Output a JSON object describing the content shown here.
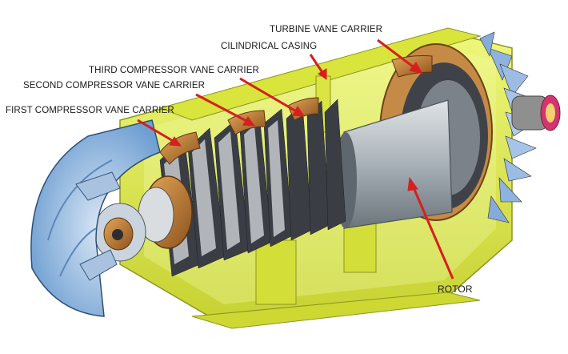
{
  "labels": {
    "turbine_vane_carrier": "TURBINE VANE CARRIER",
    "cylindrical_casing": "CILINDRICAL CASING",
    "third_compressor_vane_carrier": "THIRD COMPRESSOR VANE CARRIER",
    "second_compressor_vane_carrier": "SECOND COMPRESSOR VANE CARRIER",
    "first_compressor_vane_carrier": "FIRST COMPRESSOR VANE CARRIER",
    "rotor": "ROTOR"
  },
  "colors": {
    "arrow": "#d61f1f",
    "casing": "#e2f04a",
    "casing_dark": "#b8c42a",
    "blade": "#3b3f44",
    "blade_light": "#c9ccd0",
    "rotor": "#9aa3ab",
    "copper": "#b5762e",
    "inlet": "#8fb4de"
  }
}
